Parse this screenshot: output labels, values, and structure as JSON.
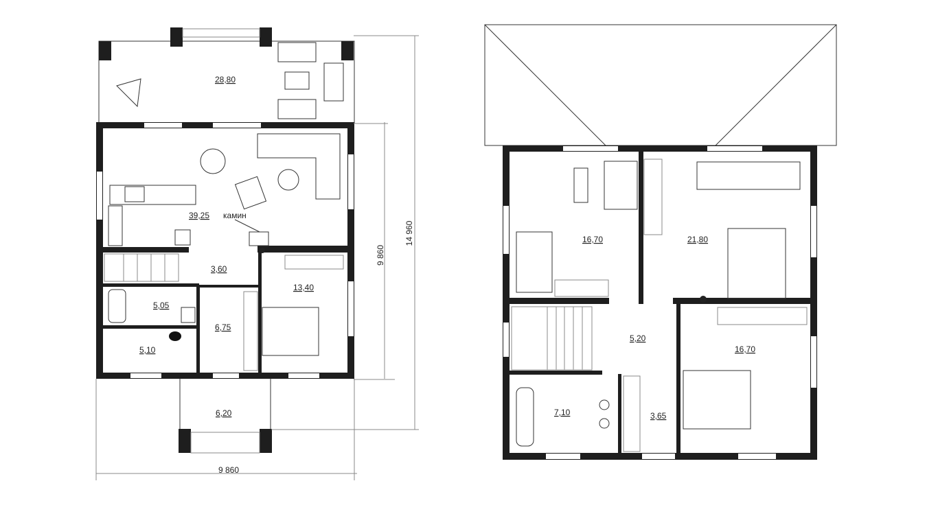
{
  "ground_floor": {
    "rooms": {
      "terrace": "28,80",
      "living": "39,25",
      "hall": "3,60",
      "bedroom": "13,40",
      "bathroom": "5,05",
      "corridor": "6,75",
      "boiler": "5,10",
      "porch": "6,20"
    },
    "fireplace_label": "камин",
    "dimensions": {
      "house_depth": "9 860",
      "total_depth": "14 960",
      "width": "9 860"
    }
  },
  "upper_floor": {
    "rooms": {
      "bedroom_left": "16,70",
      "bedroom_master": "21,80",
      "hall": "5,20",
      "bedroom_right": "16,70",
      "bathroom": "7,10",
      "wardrobe": "3,65"
    }
  }
}
